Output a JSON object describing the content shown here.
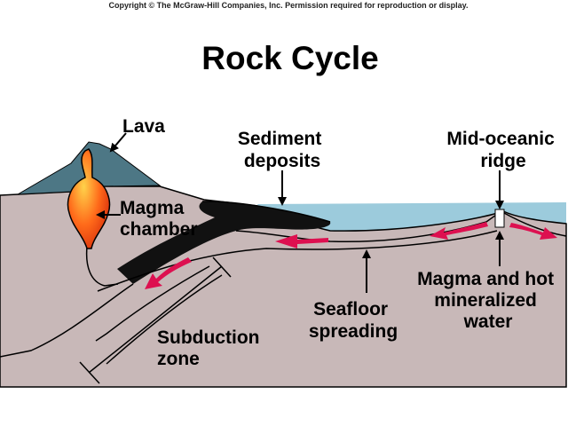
{
  "copyright": "Copyright © The McGraw-Hill Companies, Inc. Permission required for reproduction or display.",
  "title": "Rock Cycle",
  "labels": {
    "lava": "Lava",
    "sediment": [
      "Sediment",
      "deposits"
    ],
    "ridge": [
      "Mid-oceanic",
      "ridge"
    ],
    "magma_chamber": [
      "Magma",
      "chamber"
    ],
    "magma_water": [
      "Magma and hot",
      "mineralized",
      "water"
    ],
    "seafloor": [
      "Seafloor",
      "spreading"
    ],
    "subduction": [
      "Subduction",
      "zone"
    ]
  },
  "colors": {
    "rock": "#c8b8b8",
    "volcano": "#4d7785",
    "ocean": "#9ccbdc",
    "sediment": "#111111",
    "magma": "#ff5a1a",
    "flow_arrow": "#dd1050",
    "outline": "#000000"
  }
}
